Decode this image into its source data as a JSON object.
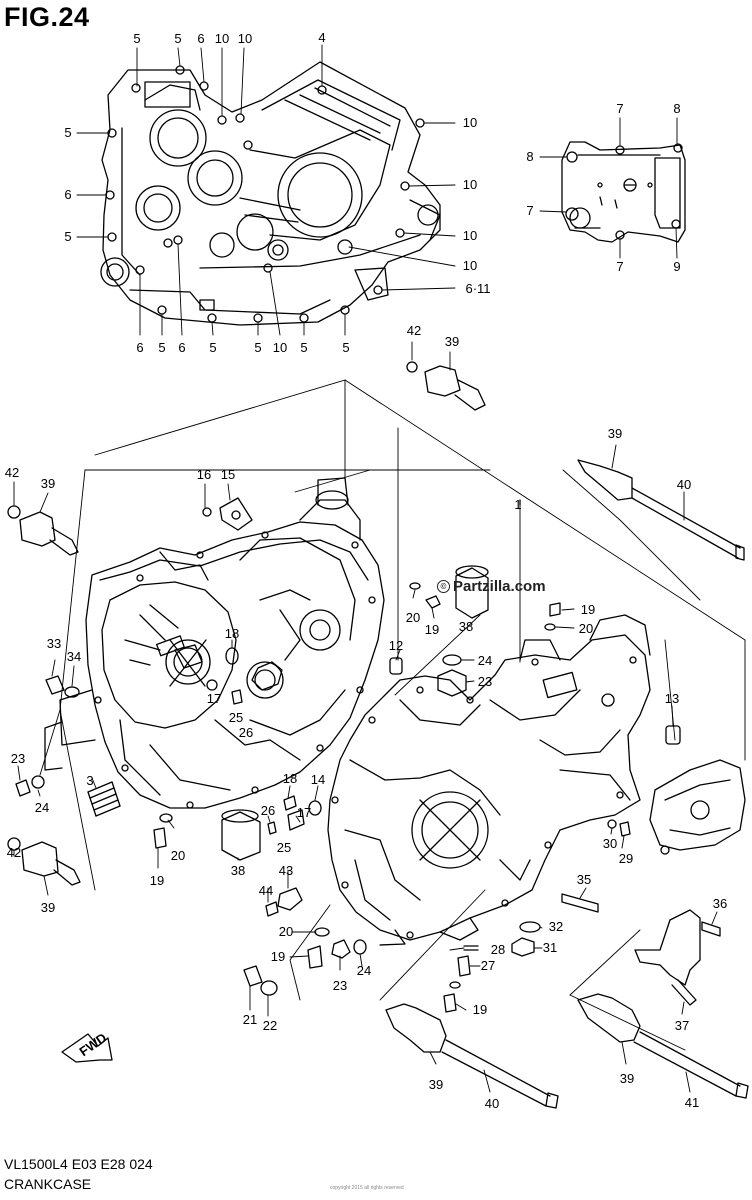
{
  "figure": {
    "title": "FIG.24",
    "model_code": "VL1500L4  E03  E28  024",
    "section_name": "CRANKCASE",
    "watermark": "Partzilla.com",
    "watermark_symbol": "©",
    "fine_print": "copyright 2015 all rights reserved"
  },
  "callouts": [
    {
      "id": "c1",
      "text": "5"
    },
    {
      "id": "c2",
      "text": "5"
    },
    {
      "id": "c3",
      "text": "6"
    },
    {
      "id": "c4",
      "text": "10"
    },
    {
      "id": "c5",
      "text": "10"
    },
    {
      "id": "c6",
      "text": "4"
    },
    {
      "id": "c7",
      "text": "5"
    },
    {
      "id": "c8",
      "text": "10"
    },
    {
      "id": "c9",
      "text": "6"
    },
    {
      "id": "c10",
      "text": "10"
    },
    {
      "id": "c11",
      "text": "5"
    },
    {
      "id": "c12",
      "text": "10"
    },
    {
      "id": "c13",
      "text": "10"
    },
    {
      "id": "c14",
      "text": "6·11"
    },
    {
      "id": "c15",
      "text": "6"
    },
    {
      "id": "c16",
      "text": "5"
    },
    {
      "id": "c17",
      "text": "6"
    },
    {
      "id": "c18",
      "text": "5"
    },
    {
      "id": "c19",
      "text": "5"
    },
    {
      "id": "c20",
      "text": "10"
    },
    {
      "id": "c21",
      "text": "5"
    },
    {
      "id": "c22",
      "text": "5"
    },
    {
      "id": "c23",
      "text": "7"
    },
    {
      "id": "c24",
      "text": "8"
    },
    {
      "id": "c25",
      "text": "8"
    },
    {
      "id": "c26",
      "text": "7"
    },
    {
      "id": "c27",
      "text": "7"
    },
    {
      "id": "c28",
      "text": "9"
    },
    {
      "id": "c29",
      "text": "42"
    },
    {
      "id": "c30",
      "text": "39"
    },
    {
      "id": "c31",
      "text": "39"
    },
    {
      "id": "c32",
      "text": "40"
    },
    {
      "id": "c33",
      "text": "42"
    },
    {
      "id": "c34",
      "text": "39"
    },
    {
      "id": "c35",
      "text": "16"
    },
    {
      "id": "c36",
      "text": "15"
    },
    {
      "id": "c37",
      "text": "1"
    },
    {
      "id": "c38",
      "text": "20"
    },
    {
      "id": "c39",
      "text": "19"
    },
    {
      "id": "c40",
      "text": "38"
    },
    {
      "id": "c41",
      "text": "19"
    },
    {
      "id": "c42",
      "text": "20"
    },
    {
      "id": "c43",
      "text": "33"
    },
    {
      "id": "c44",
      "text": "34"
    },
    {
      "id": "c45",
      "text": "18"
    },
    {
      "id": "c46",
      "text": "12"
    },
    {
      "id": "c47",
      "text": "24"
    },
    {
      "id": "c48",
      "text": "23"
    },
    {
      "id": "c49",
      "text": "13"
    },
    {
      "id": "c50",
      "text": "17"
    },
    {
      "id": "c51",
      "text": "25"
    },
    {
      "id": "c52",
      "text": "26"
    },
    {
      "id": "c53",
      "text": "23"
    },
    {
      "id": "c54",
      "text": "24"
    },
    {
      "id": "c55",
      "text": "3"
    },
    {
      "id": "c56",
      "text": "18"
    },
    {
      "id": "c57",
      "text": "14"
    },
    {
      "id": "c58",
      "text": "26"
    },
    {
      "id": "c59",
      "text": "17"
    },
    {
      "id": "c60",
      "text": "25"
    },
    {
      "id": "c61",
      "text": "20"
    },
    {
      "id": "c62",
      "text": "42"
    },
    {
      "id": "c63",
      "text": "19"
    },
    {
      "id": "c64",
      "text": "38"
    },
    {
      "id": "c65",
      "text": "39"
    },
    {
      "id": "c66",
      "text": "43"
    },
    {
      "id": "c67",
      "text": "44"
    },
    {
      "id": "c68",
      "text": "30"
    },
    {
      "id": "c69",
      "text": "29"
    },
    {
      "id": "c70",
      "text": "35"
    },
    {
      "id": "c71",
      "text": "36"
    },
    {
      "id": "c72",
      "text": "20"
    },
    {
      "id": "c73",
      "text": "19"
    },
    {
      "id": "c74",
      "text": "28"
    },
    {
      "id": "c75",
      "text": "32"
    },
    {
      "id": "c76",
      "text": "31"
    },
    {
      "id": "c77",
      "text": "27"
    },
    {
      "id": "c78",
      "text": "23"
    },
    {
      "id": "c79",
      "text": "24"
    },
    {
      "id": "c80",
      "text": "21"
    },
    {
      "id": "c81",
      "text": "22"
    },
    {
      "id": "c82",
      "text": "19"
    },
    {
      "id": "c83",
      "text": "37"
    },
    {
      "id": "c84",
      "text": "39"
    },
    {
      "id": "c85",
      "text": "40"
    },
    {
      "id": "c86",
      "text": "39"
    },
    {
      "id": "c87",
      "text": "41"
    }
  ],
  "fwd_badge": "FWD"
}
